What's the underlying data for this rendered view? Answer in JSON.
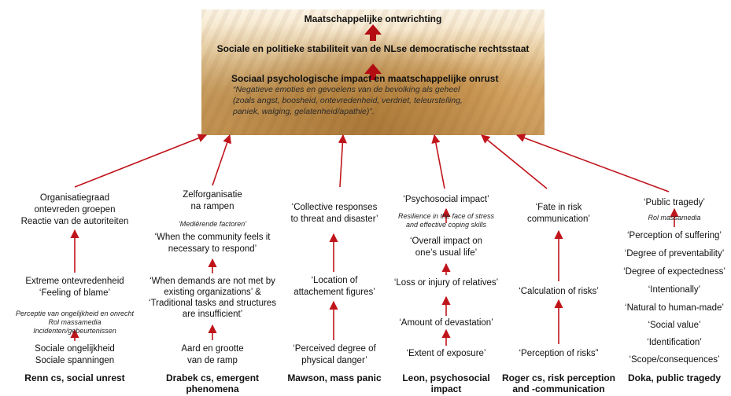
{
  "banner": {
    "line1": "Maatschappelijke ontwrichting",
    "line2": "Sociale en politieke stabiliteit van de NLse democratische rechtsstaat",
    "line3": "Sociaal psychologische impact  en maatschappelijke onrust",
    "quote1": "“Negatieve emoties en gevoelens van de bevolking als geheel",
    "quote2": "(zoals angst, boosheid, ontevredenheid, verdriet, teleurstelling,",
    "quote3": "paniek, walging, gelatenheid/apathie)”."
  },
  "columns": [
    {
      "top": [
        "Organisatiegraad",
        "ontevreden groepen",
        "Reactie van de autoriteiten"
      ],
      "mid": [
        "Extreme ontevredenheid",
        "‘Feeling of blame’"
      ],
      "italic": [
        "Perceptie van ongelijkheid en onrecht",
        "Rol massamedia",
        "Incidenten/gebeurtenissen"
      ],
      "bottom": [
        "Sociale ongelijkheid",
        "Sociale spanningen"
      ],
      "footer": [
        "Renn cs, social unrest"
      ]
    },
    {
      "top": [
        "Zelforganisatie",
        "na rampen"
      ],
      "italic1": "‘Mediërende factoren’",
      "quote": [
        "‘When the community feels it",
        "necessary to respond’"
      ],
      "mid": [
        "‘When demands are not met by",
        "existing organizations’ &",
        "‘Traditional tasks and structures",
        "are insufficient’"
      ],
      "bottom": [
        "Aard en grootte",
        "van de ramp"
      ],
      "footer": [
        "Drabek cs, emergent",
        "phenomena"
      ]
    },
    {
      "top": [
        "‘Collective responses",
        "to threat and disaster’"
      ],
      "mid": [
        "‘Location of",
        "attachement figures’"
      ],
      "bottom": [
        "‘Perceived degree of",
        "physical danger’"
      ],
      "footer": [
        "Mawson, mass panic"
      ]
    },
    {
      "top": [
        "‘Psychosocial impact’"
      ],
      "italic": [
        "Resilience in the face of stress",
        "and effective coping skills"
      ],
      "items": [
        [
          "‘Overall impact on",
          "one’s usual life’"
        ],
        [
          "‘Loss or injury of relatives’"
        ],
        [
          "‘Amount of devastation’"
        ],
        [
          "‘Extent of exposure’"
        ]
      ],
      "footer": [
        "Leon, psychosocial",
        "impact"
      ]
    },
    {
      "top": [
        "‘Fate in risk",
        "communication’"
      ],
      "mid": [
        "‘Calculation of risks’"
      ],
      "bottom": [
        "‘Perception of risks”"
      ],
      "footer": [
        "Roger cs, risk perception",
        "and -communication"
      ]
    },
    {
      "top": [
        "‘Public tragedy’"
      ],
      "italic": "Rol massamedia",
      "list": [
        "‘Perception of suffering’",
        "‘Degree of preventability’",
        "‘Degree of expectedness’",
        "‘Intentionally’",
        "‘Natural to human-made’",
        "‘Social value’",
        "‘Identification’",
        "‘Scope/consequences’"
      ],
      "footer": [
        "Doka, public tragedy"
      ]
    }
  ],
  "colors": {
    "arrow": "#c0141b",
    "big_arrow": "#b30c12"
  }
}
